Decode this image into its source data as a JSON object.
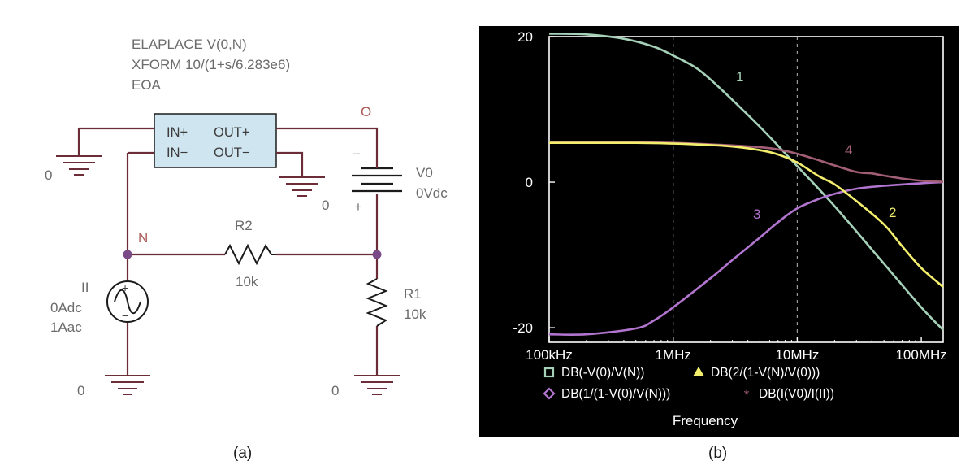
{
  "schematic": {
    "eoa_params": [
      "ELAPLACE V(0,N)",
      "XFORM 10/(1+s/6.283e6)",
      "EOA"
    ],
    "pins": {
      "in_plus": "IN+",
      "in_minus": "IN−",
      "out_plus": "OUT+",
      "out_minus": "OUT−"
    },
    "nodes": {
      "o": "O",
      "n": "N"
    },
    "ground": "0",
    "v0": {
      "name": "V0",
      "value": "0Vdc",
      "minus": "−",
      "plus": "+"
    },
    "r2": {
      "name": "R2",
      "value": "10k"
    },
    "r1": {
      "name": "R1",
      "value": "10k"
    },
    "ii": {
      "name": "II",
      "dc": "0Adc",
      "ac": "1Aac",
      "plus": "+",
      "minus": "−"
    },
    "caption": "(a)"
  },
  "plot_caption": "(b)",
  "chart_data": {
    "type": "line",
    "x_scale": "log",
    "x_ticks": [
      {
        "value": 100000,
        "label": "100kHz"
      },
      {
        "value": 1000000,
        "label": "1MHz"
      },
      {
        "value": 10000000,
        "label": "10MHz"
      },
      {
        "value": 100000000,
        "label": "100MHz"
      }
    ],
    "y_ticks": [
      {
        "value": 20,
        "label": "20"
      },
      {
        "value": 0,
        "label": "0"
      },
      {
        "value": -20,
        "label": "-20"
      }
    ],
    "xlim": [
      100000,
      150000000
    ],
    "ylim": [
      -22,
      20
    ],
    "grid": "vertical dashed at decades",
    "xlabel": "Frequency",
    "ylabel": "",
    "series": [
      {
        "name": "DB(-V(0)/V(N))",
        "curve_label": "1",
        "color": "#a6d1b9",
        "marker": "square",
        "x": [
          100000,
          200000,
          400000,
          700000,
          1000000,
          1500000,
          2000000,
          3000000,
          5000000,
          7000000,
          10000000,
          20000000,
          50000000,
          100000000,
          150000000
        ],
        "y": [
          20.4,
          20.3,
          19.7,
          18.6,
          17.4,
          15.8,
          14.1,
          11.3,
          7.6,
          5.0,
          2.2,
          -3.3,
          -11.2,
          -17.2,
          -20.3
        ]
      },
      {
        "name": "DB(2/(1-V(N)/V(0)))",
        "curve_label": "2",
        "color": "#f3ef6d",
        "marker": "triangle",
        "x": [
          100000,
          500000,
          1000000,
          2000000,
          3000000,
          5000000,
          7000000,
          10000000,
          15000000,
          20000000,
          30000000,
          50000000,
          70000000,
          100000000,
          150000000
        ],
        "y": [
          5.4,
          5.4,
          5.3,
          5.1,
          4.9,
          4.4,
          3.8,
          2.7,
          0.8,
          -0.3,
          -2.6,
          -5.8,
          -8.8,
          -11.8,
          -14.4
        ]
      },
      {
        "name": "DB(1/(1-V(0)/V(N)))",
        "curve_label": "3",
        "color": "#b275cf",
        "marker": "diamond",
        "x": [
          100000,
          200000,
          500000,
          700000,
          1000000,
          2000000,
          3000000,
          5000000,
          7000000,
          10000000,
          15000000,
          20000000,
          30000000,
          50000000,
          100000000,
          150000000
        ],
        "y": [
          -20.9,
          -20.9,
          -20.1,
          -19.0,
          -17.2,
          -13.2,
          -10.7,
          -7.6,
          -5.5,
          -3.6,
          -2.3,
          -1.6,
          -0.9,
          -0.5,
          -0.15,
          0.0
        ]
      },
      {
        "name": "DB(I(V0)/I(II))",
        "curve_label": "4",
        "color": "#a25e77",
        "marker": "star",
        "x": [
          100000,
          500000,
          1000000,
          2000000,
          3000000,
          5000000,
          7000000,
          10000000,
          15000000,
          20000000,
          30000000,
          40000000,
          50000000,
          70000000,
          100000000,
          150000000
        ],
        "y": [
          5.5,
          5.45,
          5.4,
          5.2,
          5.05,
          4.8,
          4.5,
          3.9,
          3.0,
          2.3,
          1.4,
          1.2,
          0.9,
          0.5,
          0.2,
          0.05
        ]
      }
    ]
  }
}
